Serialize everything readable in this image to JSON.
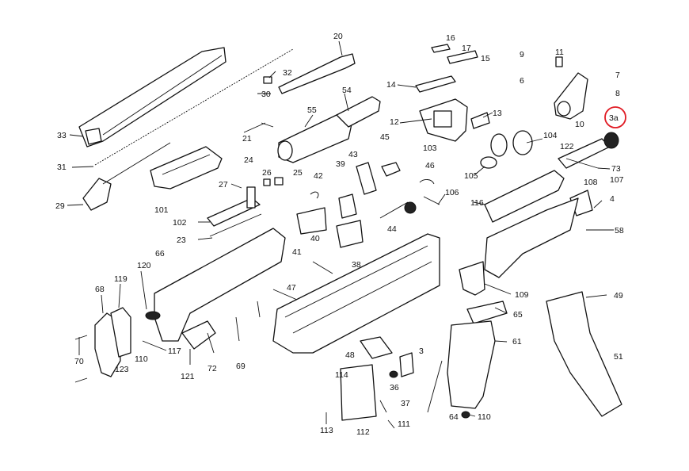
{
  "labels": {
    "l3a": "3a",
    "l20": "20",
    "l16": "16",
    "l17": "17",
    "l15": "15",
    "l9": "9",
    "l11": "11",
    "l6": "6",
    "l7": "7",
    "l8": "8",
    "l32": "32",
    "l30": "30",
    "l54": "54",
    "l55": "55",
    "l14": "14",
    "l12": "12",
    "l13": "13",
    "l10": "10",
    "l33": "33",
    "l21": "21",
    "l45": "45",
    "l103": "103",
    "l104": "104",
    "l122": "122",
    "l31": "31",
    "l105": "105",
    "l73": "73",
    "l24": "24",
    "l43": "43",
    "l39": "39",
    "l46": "46",
    "l26": "26",
    "l25": "25",
    "l42": "42",
    "l27": "27",
    "l106": "106",
    "l108": "108",
    "l107": "107",
    "l116": "116",
    "l4": "4",
    "l29": "29",
    "l101": "101",
    "l102": "102",
    "l44": "44",
    "l58": "58",
    "l23": "23",
    "l40": "40",
    "l41": "41",
    "l38": "38",
    "l66": "66",
    "l120": "120",
    "l68": "68",
    "l119": "119",
    "l47": "47",
    "l109": "109",
    "l49": "49",
    "l65": "65",
    "l61": "61",
    "l51": "51",
    "l48": "48",
    "l3": "3",
    "l114": "114",
    "l36": "36",
    "l70": "70",
    "l123": "123",
    "l110a": "110",
    "l117": "117",
    "l121": "121",
    "l72": "72",
    "l69": "69",
    "l37": "37",
    "l111": "111",
    "l64": "64",
    "l110b": "110",
    "l113": "113",
    "l112": "112"
  }
}
